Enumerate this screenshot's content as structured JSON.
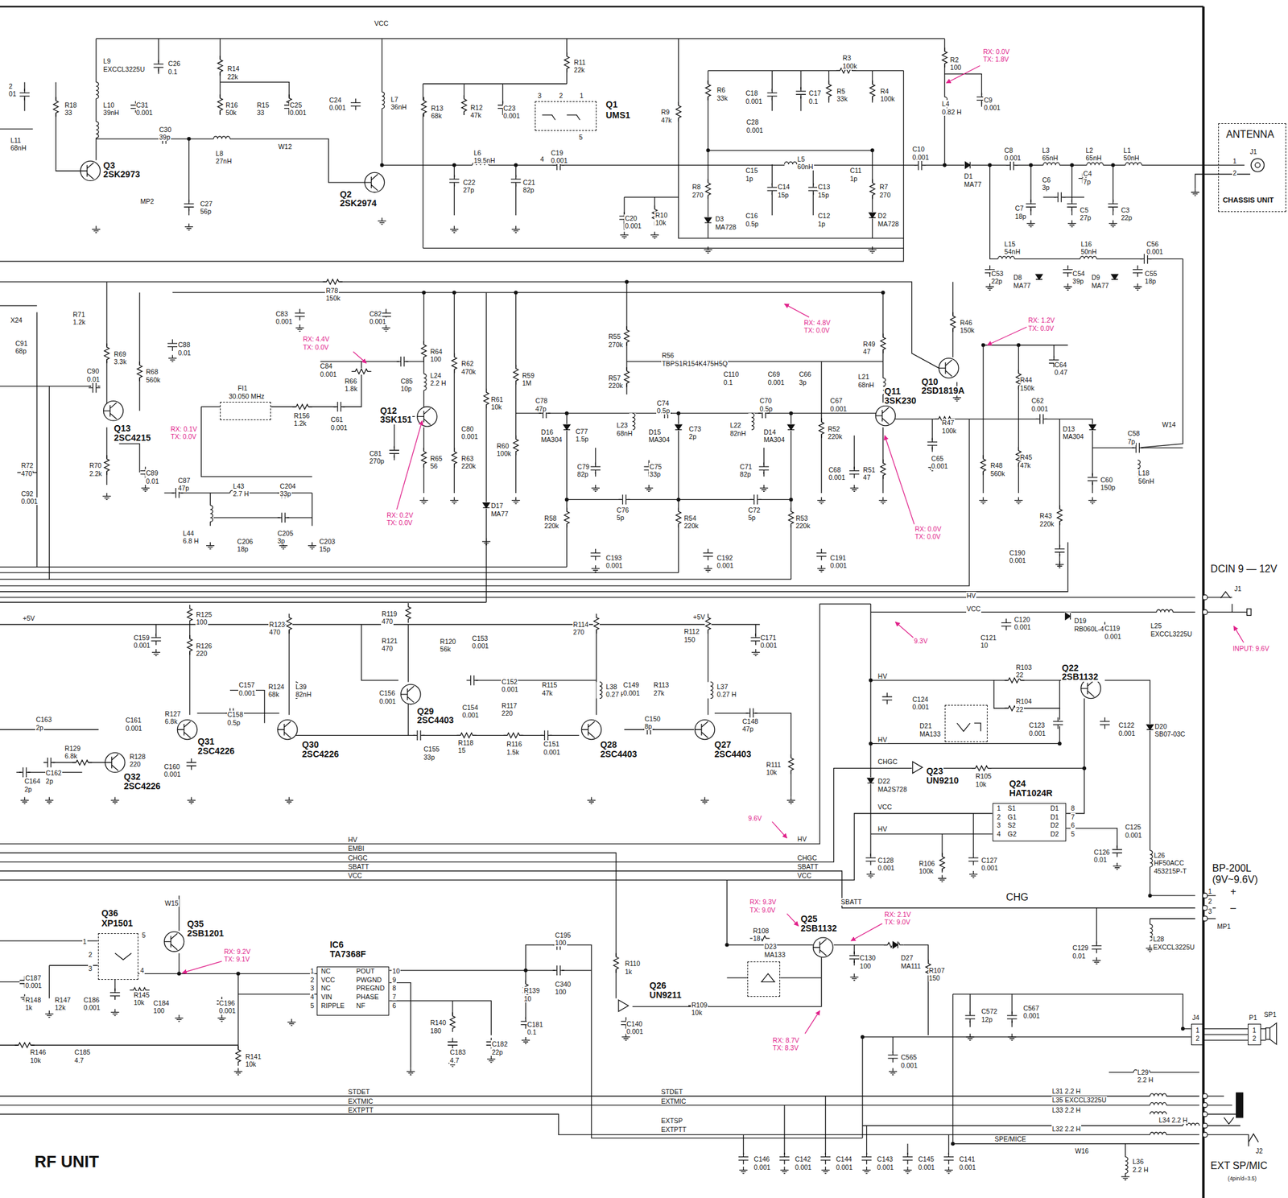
{
  "diagram": {
    "title": "RF UNIT",
    "nodes": [
      {
        "text": [
          "Q1",
          "UMS1"
        ]
      },
      {
        "text": [
          "ANTENNA",
          "CHASSIS UNIT"
        ]
      },
      {
        "text": [
          "FI1",
          "30.050 MHz"
        ]
      },
      {
        "text": [
          "D21",
          "MA133"
        ]
      },
      {
        "text": [
          "Q24",
          "HAT1024R"
        ]
      },
      {
        "text": [
          "Q36",
          "XP1501"
        ]
      },
      {
        "text": [
          "IC6",
          "TA7368F"
        ]
      },
      {
        "text": [
          "D23",
          "MA133"
        ]
      },
      {
        "text": [
          "J4"
        ]
      },
      {
        "text": [
          "P1"
        ]
      }
    ],
    "edges": [
      {
        "from": 8,
        "to": 9,
        "arrow": "none"
      }
    ],
    "labels": [
      "2",
      "01",
      "R18",
      "33",
      "L9",
      "EXCCL3225U",
      "C26",
      "0.1",
      "L10",
      "39nH",
      "C31",
      "0.001",
      "L11",
      "68nH",
      "Q3",
      "2SK2973",
      "R14",
      "22k",
      "R16",
      "50k",
      "R15",
      "33",
      "C25",
      "0.001",
      "C30",
      "39p",
      "L8",
      "27nH",
      "W12",
      "MP2",
      "C27",
      "56p",
      "C24",
      "0.001",
      "L7",
      "36nH",
      "VCC",
      "Q2",
      "2SK2974",
      "R13",
      "68k",
      "R12",
      "47k",
      "C23",
      "0.001",
      "R11",
      "22k",
      "3",
      "2",
      "1",
      "4",
      "5",
      "L6",
      "19.5nH",
      "C19",
      "0.001",
      "C22",
      "27p",
      "C21",
      "82p",
      "R9",
      "47k",
      "R6",
      "33k",
      "C18",
      "0.001",
      "C28",
      "0.001",
      "C17",
      "0.1",
      "R3",
      "100k",
      "R5",
      "33k",
      "R4",
      "100k",
      "C15",
      "1p",
      "L5",
      "60nH",
      "C14",
      "15p",
      "C13",
      "15p",
      "C11",
      "1p",
      "R7",
      "270",
      "R8",
      "270",
      "C16",
      "0.5p",
      "D3",
      "MA728",
      "C12",
      "1p",
      "D2",
      "MA728",
      "C20",
      "0.001",
      "R10",
      "10k",
      "C10",
      "0.001",
      "R2",
      "100",
      "RX: 0.0V",
      "TX: 1.8V",
      "L4",
      "0.82 H",
      "C9",
      "0.001",
      "D1",
      "MA77",
      "C8",
      "0.001",
      "L3",
      "65nH",
      "L2",
      "65nH",
      "L1",
      "50nH",
      "C4",
      "7p",
      "C6",
      "3p",
      "C7",
      "18p",
      "C5",
      "27p",
      "C3",
      "22p",
      "J1",
      "1",
      "2",
      "L15",
      "54nH",
      "L16",
      "50nH",
      "C56",
      "0.001",
      "C53",
      "22p",
      "D8",
      "MA77",
      "C54",
      "39p",
      "D9",
      "MA77",
      "C55",
      "18p",
      "R78",
      "150k",
      "X24",
      "R71",
      "1.2k",
      "C83",
      "0.001",
      "C82",
      "0.001",
      "C88",
      "0.01",
      "C91",
      "68p",
      "R69",
      "3.3k",
      "R68",
      "560k",
      "C90",
      "0.01",
      "Q13",
      "2SC4215",
      "RX: 0.1V",
      "TX: 0.0V",
      "R70",
      "2.2k",
      "C89",
      "0.01",
      "R72",
      "470",
      "C92",
      "0.001",
      "RX: 4.4V",
      "TX: 0.0V",
      "C84",
      "0.001",
      "R66",
      "1.8k",
      "C85",
      "10p",
      "R64",
      "100",
      "L24",
      "2.2 H",
      "R62",
      "470k",
      "R59",
      "1M",
      "R156",
      "1.2k",
      "C61",
      "0.001",
      "Q12",
      "3SK151",
      "C80",
      "0.001",
      "R61",
      "10k",
      "C78",
      "47p",
      "C81",
      "270p",
      "R65",
      "56",
      "R63",
      "220k",
      "R60",
      "100k",
      "RX: 0.2V",
      "TX: 0.0V",
      "C87",
      "47p",
      "L43",
      "2.7 H",
      "C204",
      "33p",
      "L44",
      "6.8 H",
      "C205",
      "3p",
      "C206",
      "18p",
      "C203",
      "15p",
      "D17",
      "MA77",
      "C77",
      "1.5p",
      "D16",
      "MA304",
      "C79",
      "82p",
      "L23",
      "68nH",
      "C74",
      "0.5p",
      "D15",
      "MA304",
      "C73",
      "2p",
      "C75",
      "33p",
      "L22",
      "82nH",
      "C70",
      "0.5p",
      "D14",
      "MA304",
      "C71",
      "82p",
      "C76",
      "5p",
      "C72",
      "5p",
      "R58",
      "220k",
      "R54",
      "220k",
      "R53",
      "220k",
      "C193",
      "0.001",
      "C192",
      "0.001",
      "C191",
      "0.001",
      "R55",
      "270k",
      "R56",
      "TBPS1R154K475H5Q",
      "R57",
      "220k",
      "C110",
      "0.1",
      "C69",
      "0.001",
      "C66",
      "3p",
      "RX: 4.8V",
      "TX: 0.0V",
      "R49",
      "47",
      "L21",
      "68nH",
      "C67",
      "0.001",
      "R52",
      "220k",
      "Q11",
      "3SK230",
      "C68",
      "0.001",
      "R51",
      "47",
      "RX: 0.0V",
      "TX: 0.0V",
      "R46",
      "150k",
      "RX: 1.2V",
      "TX: 0.0V",
      "C64",
      "0.47",
      "Q10",
      "2SD1819A",
      "R47",
      "100k",
      "C65",
      "0.001",
      "R44",
      "150k",
      "C62",
      "0.001",
      "D13",
      "MA304",
      "R48",
      "560k",
      "R45",
      "47k",
      "C60",
      "150p",
      "W14",
      "C58",
      "7p",
      "L18",
      "56nH",
      "R43",
      "220k",
      "C190",
      "0.001",
      "DCIN 9 — 12V",
      "J1",
      "HV",
      "VCC",
      "C120",
      "0.001",
      "D19",
      "RB060L-40",
      "C119",
      "0.001",
      "L25",
      "EXCCL3225U",
      "C121",
      "10",
      "INPUT: 9.6V",
      "9.3V",
      "R103",
      "22",
      "Q22",
      "2SB1132",
      "HV",
      "C124",
      "0.001",
      "R104",
      "22",
      "C123",
      "0.001",
      "C122",
      "0.001",
      "D20",
      "SB07-03C",
      "HV",
      "CHGC",
      "Q23",
      "UN9210",
      "R105",
      "10k",
      "D22",
      "MA2S728",
      "1",
      "2",
      "3",
      "4",
      "S1",
      "G1",
      "S2",
      "G2",
      "D1",
      "D1",
      "D2",
      "D2",
      "8",
      "7",
      "6",
      "5",
      "VCC",
      "HV",
      "C125",
      "0.001",
      "C126",
      "0.01",
      "R106",
      "100k",
      "C127",
      "0.001",
      "C128",
      "0.001",
      "L26",
      "HF50ACC",
      "453215P-T",
      "BP-200L",
      "(9V~9.6V)",
      "+",
      "–",
      "1",
      "2",
      "3",
      "MP1",
      "CHG",
      "C129",
      "0.01",
      "L28",
      "EXCCL3225U",
      "SBATT",
      "+5V",
      "C159",
      "0.001",
      "R125",
      "100",
      "R126",
      "220",
      "R123",
      "470",
      "R119",
      "470",
      "R121",
      "470",
      "R120",
      "56k",
      "C153",
      "0.001",
      "R114",
      "270",
      "C171",
      "0.001",
      "+5V",
      "R112",
      "150",
      "C157",
      "0.001",
      "R124",
      "68k",
      "L39",
      "82nH",
      "C156",
      "0.001",
      "C154",
      "0.001",
      "R117",
      "220",
      "C152",
      "0.001",
      "R115",
      "47k",
      "L38",
      "0.27 H",
      "C149",
      "0.001",
      "R113",
      "27k",
      "L37",
      "0.27 H",
      "C148",
      "47p",
      "Q29",
      "2SC4403",
      "C163",
      "2p",
      "R127",
      "6.8k",
      "C161",
      "0.001",
      "C158",
      "0.5p",
      "Q31",
      "2SC4226",
      "Q30",
      "2SC4226",
      "C155",
      "33p",
      "R118",
      "15",
      "R116",
      "1.5k",
      "C151",
      "0.001",
      "C150",
      "8p",
      "Q28",
      "2SC4403",
      "Q27",
      "2SC4403",
      "R129",
      "6.8k",
      "R128",
      "220",
      "C160",
      "0.001",
      "Q32",
      "2SC4226",
      "C162",
      "2p",
      "C164",
      "2p",
      "R111",
      "10k",
      "9.6V",
      "HV",
      "HV",
      "EMBI",
      "CHGC",
      "SBATT",
      "VCC",
      "CHGC",
      "SBATT",
      "VCC",
      "W15",
      "5",
      "1",
      "2",
      "3",
      "4",
      "Q35",
      "2SB1201",
      "RX: 9.2V",
      "TX: 9.1V",
      "C187",
      "0.001",
      "R148",
      "1k",
      "R147",
      "12k",
      "C186",
      "0.001",
      "R145",
      "10k",
      "C184",
      "100",
      "C196",
      "0.001",
      "1",
      "2",
      "3",
      "4",
      "5",
      "NC",
      "VCC",
      "NC",
      "VIN",
      "RIPPLE",
      "POUT",
      "PWGND",
      "PREGND",
      "PHASE",
      "NF",
      "10",
      "9",
      "8",
      "7",
      "6",
      "C195",
      "100",
      "C340",
      "100",
      "R139",
      "10",
      "C181",
      "0.1",
      "R140",
      "180",
      "C183",
      "4.7",
      "C182",
      "22p",
      "R146",
      "10k",
      "C185",
      "4.7",
      "R141",
      "10k",
      "R110",
      "1k",
      "C140",
      "0.001",
      "Q26",
      "UN9211",
      "R109",
      "10k",
      "RX: 9.3V",
      "TX: 9.0V",
      "R108",
      "18",
      "Q25",
      "2SB1132",
      "RX: 2.1V",
      "TX: 9.0V",
      "C130",
      "100",
      "D27",
      "MA111",
      "R107",
      "150",
      "RX: 8.7V",
      "TX: 8.3V",
      "C572",
      "12p",
      "C567",
      "0.001",
      "C565",
      "0.001",
      "1",
      "2",
      "1",
      "2",
      "SP1",
      "L29",
      "2.2 H",
      "STDET",
      "EXTMIC",
      "EXTPTT",
      "STDET",
      "EXTMIC",
      "EXTSP",
      "EXTPTT",
      "L31 2.2 H",
      "L35 EXCCL3225U",
      "L33 2.2 H",
      "L34 2.2 H",
      "L32 2.2 H",
      "SPE/MICE",
      "W16",
      "L36",
      "2.2 H",
      "C146",
      "0.001",
      "C142",
      "0.001",
      "C144",
      "0.001",
      "C143",
      "0.001",
      "C145",
      "0.001",
      "C141",
      "0.001",
      "J2",
      "EXT SP/MIC",
      "(4pin/d=3.5)"
    ]
  }
}
